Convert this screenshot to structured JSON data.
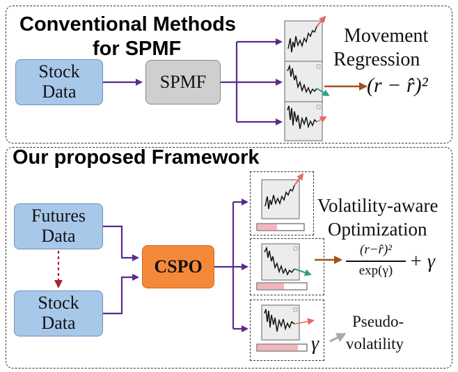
{
  "top": {
    "title_line1": "Conventional Methods",
    "title_line2": "for SPMF",
    "stock_box_line1": "Stock",
    "stock_box_line2": "Data",
    "spmf_box": "SPMF",
    "label_line1": "Movement",
    "label_line2": "Regression",
    "formula": "(r − r̂)²"
  },
  "bottom": {
    "title": "Our proposed Framework",
    "futures_box_line1": "Futures",
    "futures_box_line2": "Data",
    "stock_box_line1": "Stock",
    "stock_box_line2": "Data",
    "cspo_box": "CSPO",
    "label_line1": "Volatility-aware",
    "label_line2": "Optimization",
    "formula_num": "(r−r̂)²",
    "formula_den": "exp(γ)",
    "formula_tail": "+ γ",
    "gamma": "γ",
    "pseudo_line1": "Pseudo-",
    "pseudo_line2": "volatility"
  },
  "colors": {
    "purple_arrow": "#5a2a8c",
    "brown_arrow": "#a0521a",
    "red_dashed_arrow": "#b0202a",
    "trend_up": "#e8685a",
    "trend_down": "#2aa08a",
    "gray_arrow": "#a8a8a8",
    "volatility_bar": "#f4b6bb"
  }
}
